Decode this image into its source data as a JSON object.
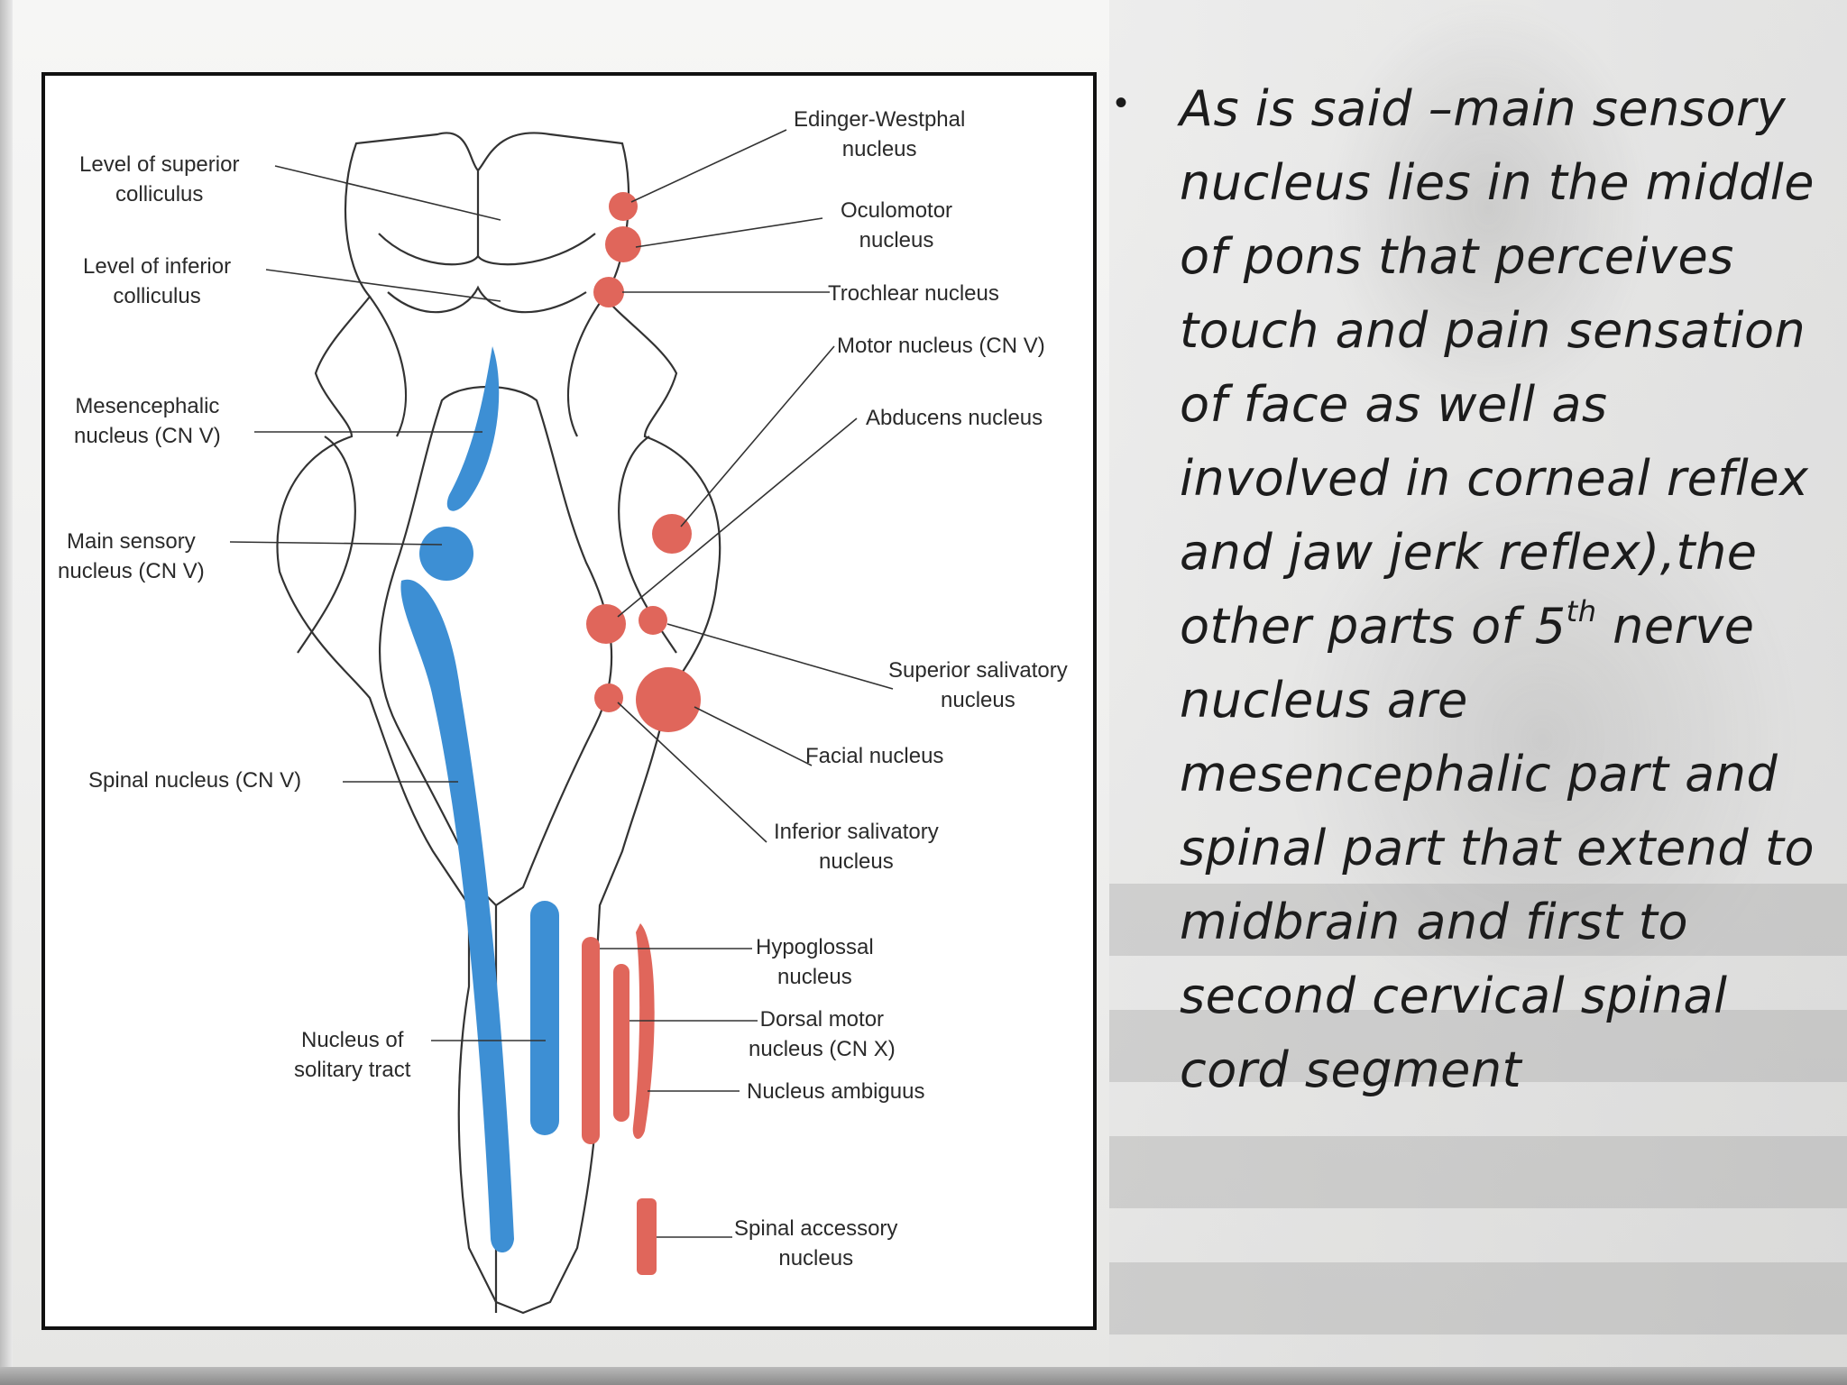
{
  "diagram": {
    "labels": {
      "superior_colliculus": "Level of superior\ncolliculus",
      "inferior_colliculus": "Level of inferior\ncolliculus",
      "mesencephalic": "Mesencephalic\nnucleus (CN V)",
      "main_sensory": "Main sensory\nnucleus (CN V)",
      "spinal_nucleus": "Spinal nucleus (CN V)",
      "solitary": "Nucleus of\nsolitary tract",
      "edinger": "Edinger-Westphal\nnucleus",
      "oculomotor": "Oculomotor\nnucleus",
      "trochlear": "Trochlear nucleus",
      "motor": "Motor nucleus (CN V)",
      "abducens": "Abducens nucleus",
      "superior_salivatory": "Superior salivatory\nnucleus",
      "facial": "Facial nucleus",
      "inferior_salivatory": "Inferior salivatory\nnucleus",
      "hypoglossal": "Hypoglossal\nnucleus",
      "dorsal_motor": "Dorsal motor\nnucleus (CN X)",
      "ambiguus": "Nucleus ambiguus",
      "spinal_accessory": "Spinal accessory\nnucleus"
    },
    "colors": {
      "sensory": "#3d8fd4",
      "motor": "#e0665b",
      "outline": "#333333"
    }
  },
  "bullet": {
    "marker": "•",
    "text_before_sup": "As is said –main sensory nucleus lies in the middle of pons that perceives touch and pain sensation of face as well as involved in corneal reflex and jaw jerk reflex),the other parts of 5",
    "sup": "th",
    "text_after_sup": " nerve nucleus are mesencephalic part and spinal  part that extend to midbrain and first to second cervical spinal cord  segment"
  }
}
